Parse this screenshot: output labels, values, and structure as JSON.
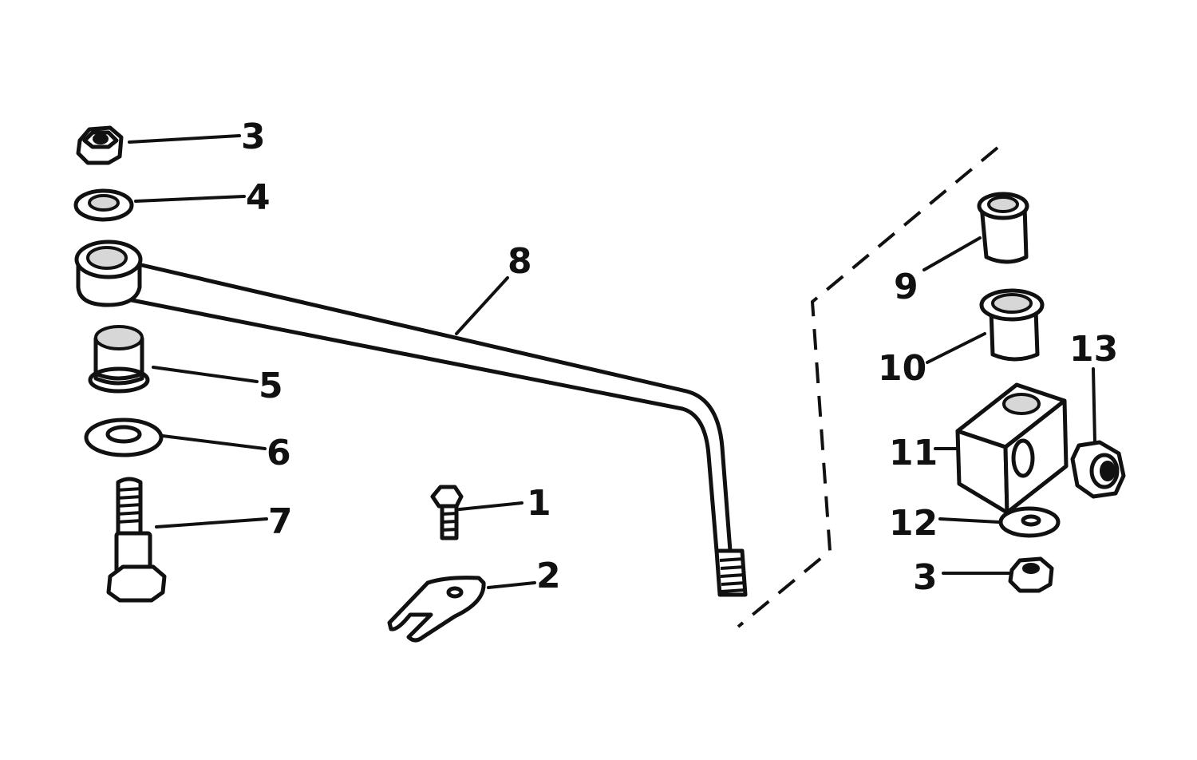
{
  "callouts": {
    "c1": "1",
    "c2": "2",
    "c3_top": "3",
    "c3_bottom": "3",
    "c4": "4",
    "c5": "5",
    "c6": "6",
    "c7": "7",
    "c8": "8",
    "c9": "9",
    "c10": "10",
    "c11": "11",
    "c12": "12",
    "c13": "13"
  },
  "style": {
    "ink_color": "#111111",
    "background_color": "#ffffff"
  }
}
